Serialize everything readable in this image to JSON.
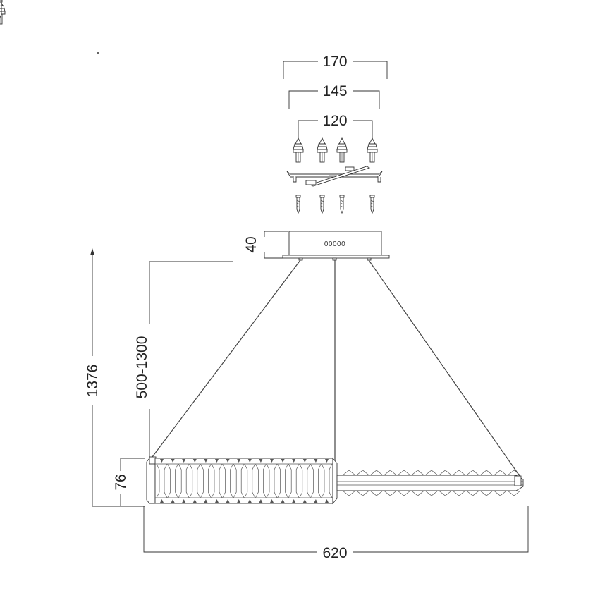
{
  "dimensions": {
    "mount_outer": "170",
    "mount_mid": "145",
    "mount_inner": "120",
    "canopy_height": "40",
    "total_height": "1376",
    "cable_length": "500-1300",
    "body_height": "76",
    "total_width": "620"
  },
  "canopy": {
    "label": "00000"
  },
  "colors": {
    "line": "#333333",
    "background": "#ffffff"
  }
}
